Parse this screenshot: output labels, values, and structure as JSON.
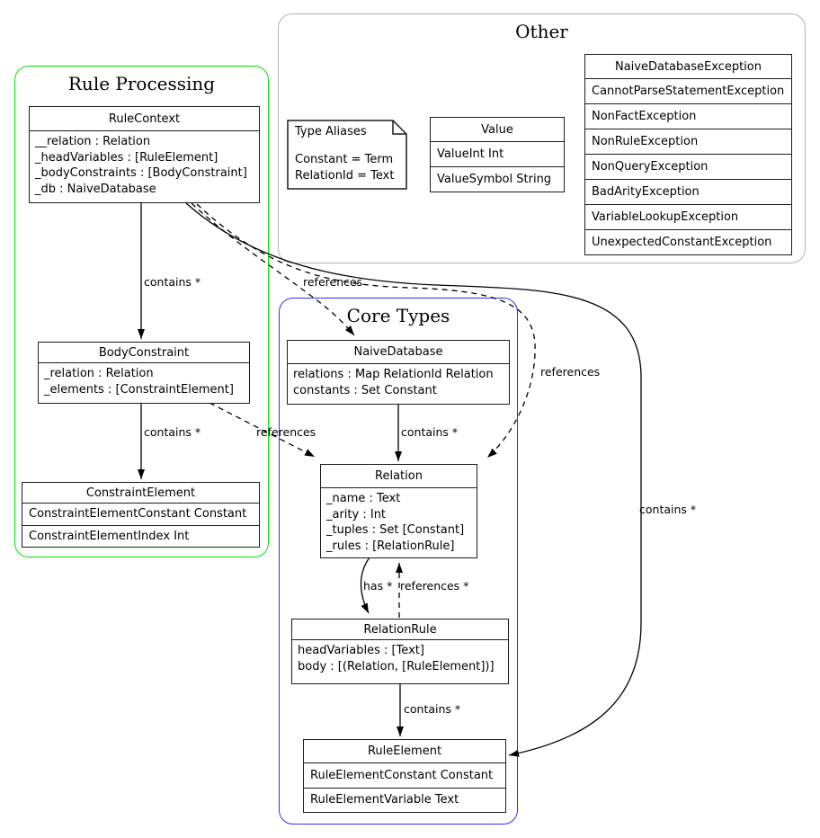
{
  "groups": {
    "rule_processing": {
      "title": "Rule Processing"
    },
    "other": {
      "title": "Other"
    },
    "core_types": {
      "title": "Core Types"
    }
  },
  "note": {
    "title": "Type Aliases",
    "lines": [
      "Constant = Term",
      "RelationId = Text"
    ]
  },
  "classes": {
    "rule_context": {
      "title": "RuleContext",
      "attrs": [
        "__relation : Relation",
        "_headVariables : [RuleElement]",
        "_bodyConstraints : [BodyConstraint]",
        "_db : NaiveDatabase"
      ]
    },
    "body_constraint": {
      "title": "BodyConstraint",
      "attrs": [
        "_relation : Relation",
        "_elements : [ConstraintElement]"
      ]
    },
    "constraint_element": {
      "title": "ConstraintElement",
      "rows": [
        "ConstraintElementConstant Constant",
        "ConstraintElementIndex Int"
      ]
    },
    "naive_database": {
      "title": "NaiveDatabase",
      "attrs": [
        "relations : Map RelationId Relation",
        "constants : Set Constant"
      ]
    },
    "relation": {
      "title": "Relation",
      "attrs": [
        "_name : Text",
        "_arity : Int",
        "_tuples : Set [Constant]",
        "_rules : [RelationRule]"
      ]
    },
    "relation_rule": {
      "title": "RelationRule",
      "attrs": [
        "headVariables : [Text]",
        "body : [(Relation, [RuleElement])]"
      ]
    },
    "rule_element": {
      "title": "RuleElement",
      "rows": [
        "RuleElementConstant Constant",
        "RuleElementVariable Text"
      ]
    },
    "value": {
      "title": "Value",
      "rows": [
        "ValueInt Int",
        "ValueSymbol String"
      ]
    },
    "exceptions": {
      "title": "NaiveDatabaseException",
      "rows": [
        "CannotParseStatementException",
        "NonFactException",
        "NonRuleException",
        "NonQueryException",
        "BadArityException",
        "VariableLookupException",
        "UnexpectedConstantException"
      ]
    }
  },
  "edges": {
    "rulecontext_bodyconstraint": "contains *",
    "rulecontext_naivedatabase": "references",
    "rulecontext_relation": "references",
    "rulecontext_ruleelement": "contains *",
    "bodyconstraint_constraintelement": "contains *",
    "bodyconstraint_relation": "references",
    "naivedatabase_relation": "contains *",
    "relation_relationrule": "has *",
    "relationrule_relation": "references *",
    "relationrule_ruleelement": "contains *"
  },
  "colors": {
    "green": "#00e400",
    "gray": "#b3b3b3",
    "blue": "#2f2fff"
  }
}
